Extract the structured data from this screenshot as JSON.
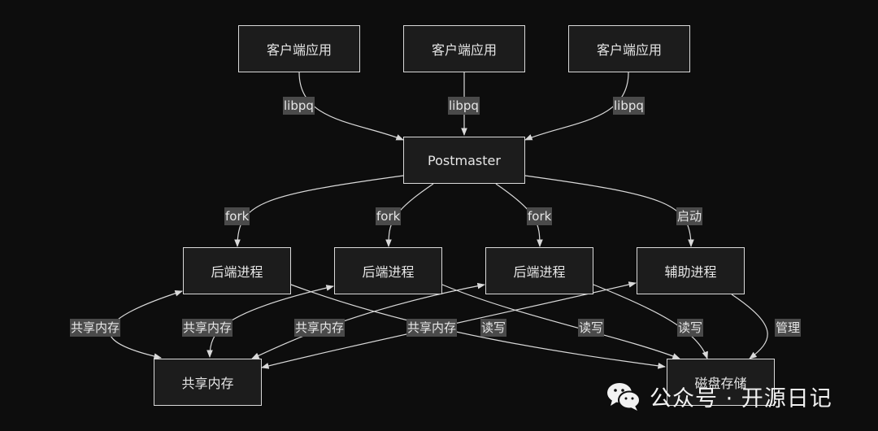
{
  "diagram": {
    "nodes": {
      "client1": "客户端应用",
      "client2": "客户端应用",
      "client3": "客户端应用",
      "postmaster": "Postmaster",
      "backend1": "后端进程",
      "backend2": "后端进程",
      "backend3": "后端进程",
      "aux": "辅助进程",
      "shm": "共享内存",
      "disk": "磁盘存储"
    },
    "edge_labels": {
      "libpq1": "libpq",
      "libpq2": "libpq",
      "libpq3": "libpq",
      "fork1": "fork",
      "fork2": "fork",
      "fork3": "fork",
      "start": "启动",
      "shm1": "共享内存",
      "shm2": "共享内存",
      "shm3": "共享内存",
      "shm4": "共享内存",
      "rw1": "读写",
      "rw2": "读写",
      "rw3": "读写",
      "manage": "管理"
    }
  },
  "watermark": {
    "text": "公众号 · 开源日记",
    "icon": "wechat-icon"
  }
}
